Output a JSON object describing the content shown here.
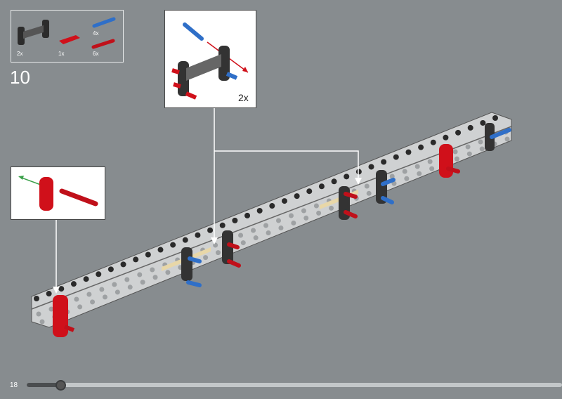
{
  "step_number": "10",
  "page_number": "18",
  "progress_percent": 3,
  "parts_list": [
    {
      "part": "dark-gray-h-frame",
      "qty": "2x"
    },
    {
      "part": "red-3-hole-beam",
      "qty": "1x"
    },
    {
      "part": "blue-axle-pin",
      "qty": "4x"
    },
    {
      "part": "red-axle-pin",
      "qty": "6x"
    }
  ],
  "callout_multiplier": "2x",
  "colors": {
    "background": "#878c8f",
    "red": "#d0101a",
    "blue": "#2f6fc8",
    "beam": "#cfd1d2",
    "frame": "#333333"
  }
}
